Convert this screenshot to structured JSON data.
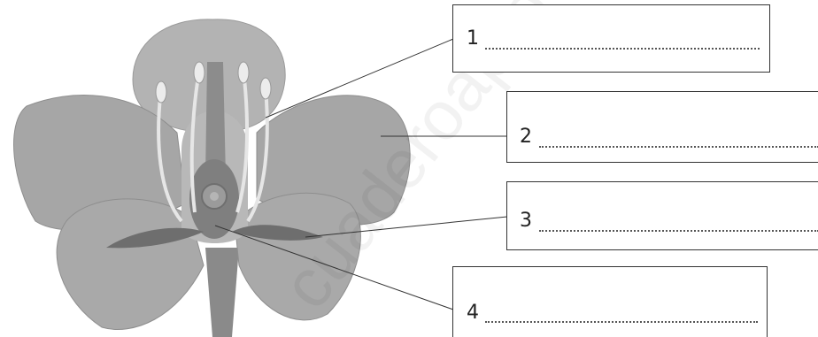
{
  "labels": [
    {
      "number": "1"
    },
    {
      "number": "2"
    },
    {
      "number": "3"
    },
    {
      "number": "4"
    }
  ],
  "watermark": "cuaderoapro",
  "colors": {
    "petal": "#a6a6a6",
    "petal_edge": "#8e8e8e",
    "stamen": "#e6e6e6",
    "pistil": "#7f7f7f",
    "ovary_inner": "#9b9b9b",
    "sepal": "#6e6e6e",
    "stem": "#8a8a8a",
    "leader_line": "#333333"
  }
}
